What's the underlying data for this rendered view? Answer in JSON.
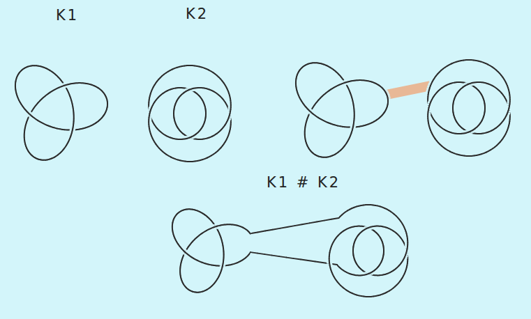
{
  "diagram": {
    "labels": [
      "K1",
      "K2",
      "K1 # K2"
    ]
  }
}
